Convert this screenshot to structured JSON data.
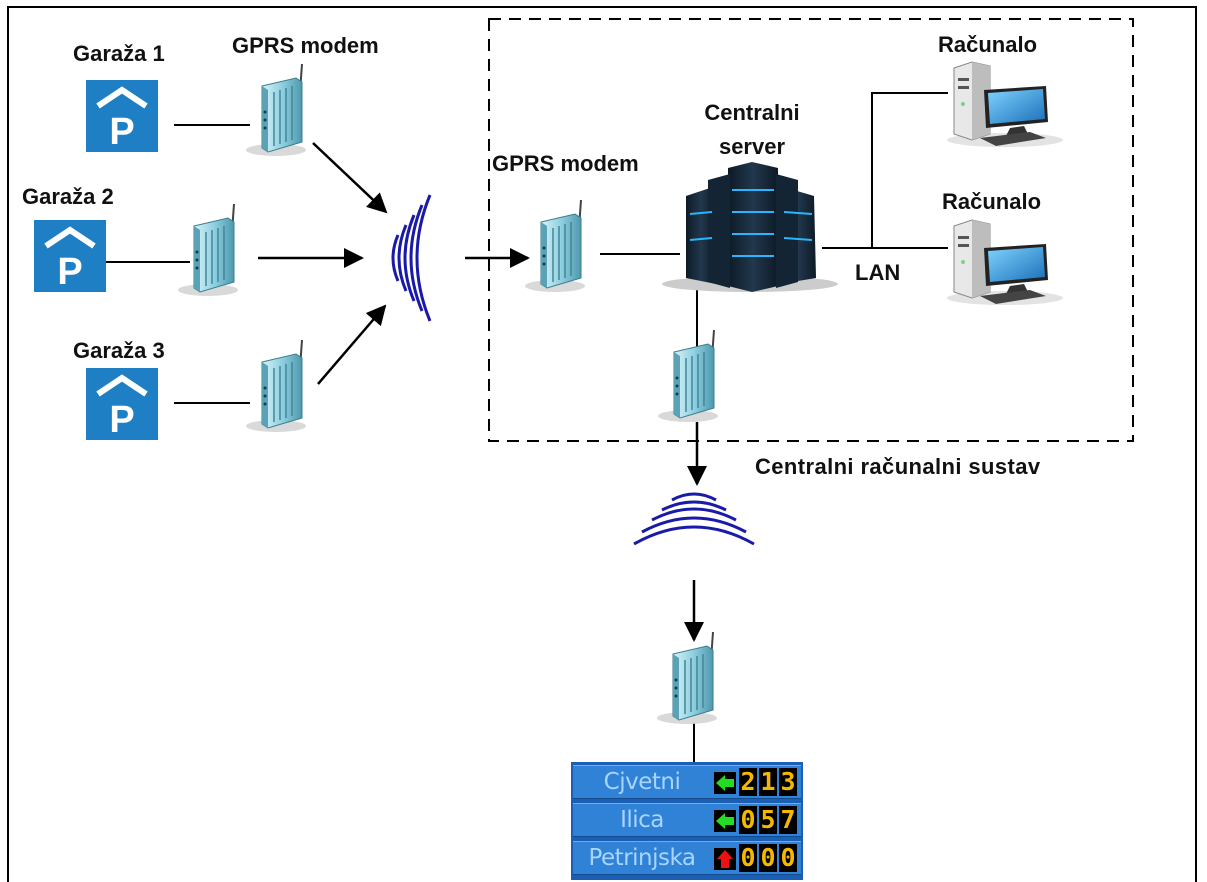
{
  "garages": [
    {
      "label": "Garaža 1"
    },
    {
      "label": "Garaža 2"
    },
    {
      "label": "Garaža 3"
    }
  ],
  "labels": {
    "gprs_modem_top": "GPRS modem",
    "gprs_modem_central": "GPRS modem",
    "central_server_line1": "Centralni",
    "central_server_line2": "server",
    "computer_1": "Računalo",
    "computer_2": "Računalo",
    "lan": "LAN",
    "central_system": "Centralni računalni sustav"
  },
  "display_board": {
    "rows": [
      {
        "name": "Cjvetni",
        "direction": "left",
        "arrow_color": "#22dd22",
        "digits": [
          "2",
          "1",
          "3"
        ]
      },
      {
        "name": "Ilica",
        "direction": "left",
        "arrow_color": "#22dd22",
        "digits": [
          "0",
          "5",
          "7"
        ]
      },
      {
        "name": "Petrinjska",
        "direction": "up",
        "arrow_color": "#ee1111",
        "digits": [
          "0",
          "0",
          "0"
        ]
      }
    ]
  },
  "colors": {
    "parking_sign": "#1f7fc4",
    "signal_waves": "#1a1aa8",
    "modem_body": "#8fd0e0"
  }
}
